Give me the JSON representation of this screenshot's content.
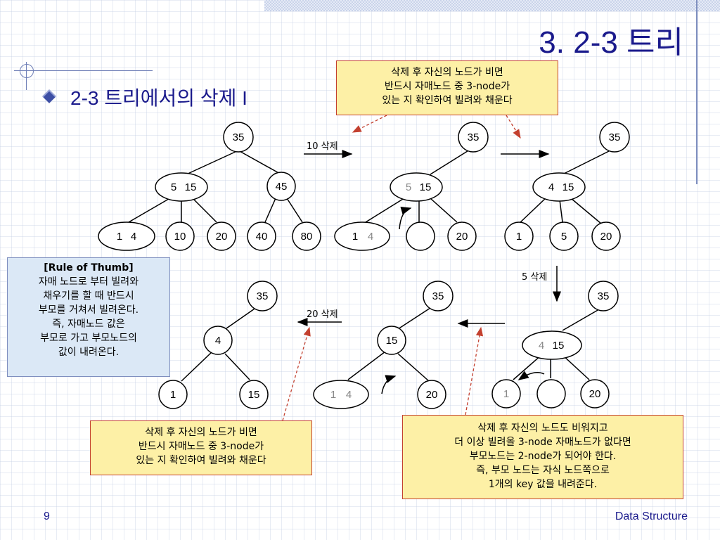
{
  "title": "3. 2-3 트리",
  "heading": "2-3 트리에서의 삭제 I",
  "rule_of_thumb": {
    "header": "[Rule of Thumb]",
    "lines": [
      "자매 노드로 부터 빌려와",
      "채우기를 할 때 반드시",
      "부모를 거쳐서 빌려온다.",
      "즉, 자매노드 값은",
      "부모로 가고 부모노드의",
      "값이 내려온다."
    ]
  },
  "notes": {
    "top": [
      "삭제 후 자신의 노드가 비면",
      "반드시 자매노드 중 3-node가",
      "있는 지 확인하여 빌려와 채운다"
    ],
    "bottom_left": [
      "삭제 후 자신의 노드가 비면",
      "반드시 자매노드 중 3-node가",
      "있는 지 확인하여 빌려와 채운다"
    ],
    "bottom_right": [
      "삭제 후 자신의 노드도 비워지고",
      "더 이상 빌려올 3-node 자매노드가 없다면",
      "부모노드는 2-node가 되어야 한다.",
      "즉, 부모 노드는 자식 노드쪽으로",
      "1개의 key 값을 내려준다."
    ]
  },
  "operations": {
    "delete_10": "10 삭제",
    "delete_5": "5 삭제",
    "delete_20": "20 삭제"
  },
  "trees": {
    "t1": {
      "root": "35",
      "left": [
        "5",
        "15"
      ],
      "right": "45",
      "leaves": [
        [
          "1",
          "4"
        ],
        "10",
        "20",
        "40",
        "80"
      ]
    },
    "t2": {
      "root": "35",
      "mid": [
        "5",
        "15"
      ],
      "leaves": [
        [
          "1",
          "4"
        ],
        "",
        "20"
      ]
    },
    "t3": {
      "root": "35",
      "mid": [
        "4",
        "15"
      ],
      "leaves": [
        "1",
        "5",
        "20"
      ]
    },
    "t4": {
      "root": "35",
      "mid": [
        "4",
        "15"
      ],
      "leaves": [
        "1",
        "",
        "20"
      ]
    },
    "t5": {
      "root": "35",
      "mid": "15",
      "leaves": [
        [
          "1",
          "4"
        ],
        "20"
      ]
    },
    "t6": {
      "root": "35",
      "mid": "4",
      "leaves": [
        "1",
        "15"
      ]
    }
  },
  "footer": {
    "page": "9",
    "course": "Data Structure"
  },
  "colors": {
    "title": "#1a1a8c",
    "note_bg": "#fdf0a6",
    "note_border": "#c3402f",
    "rule_bg": "#dbe8f6",
    "arrow_red": "#c3402f"
  }
}
